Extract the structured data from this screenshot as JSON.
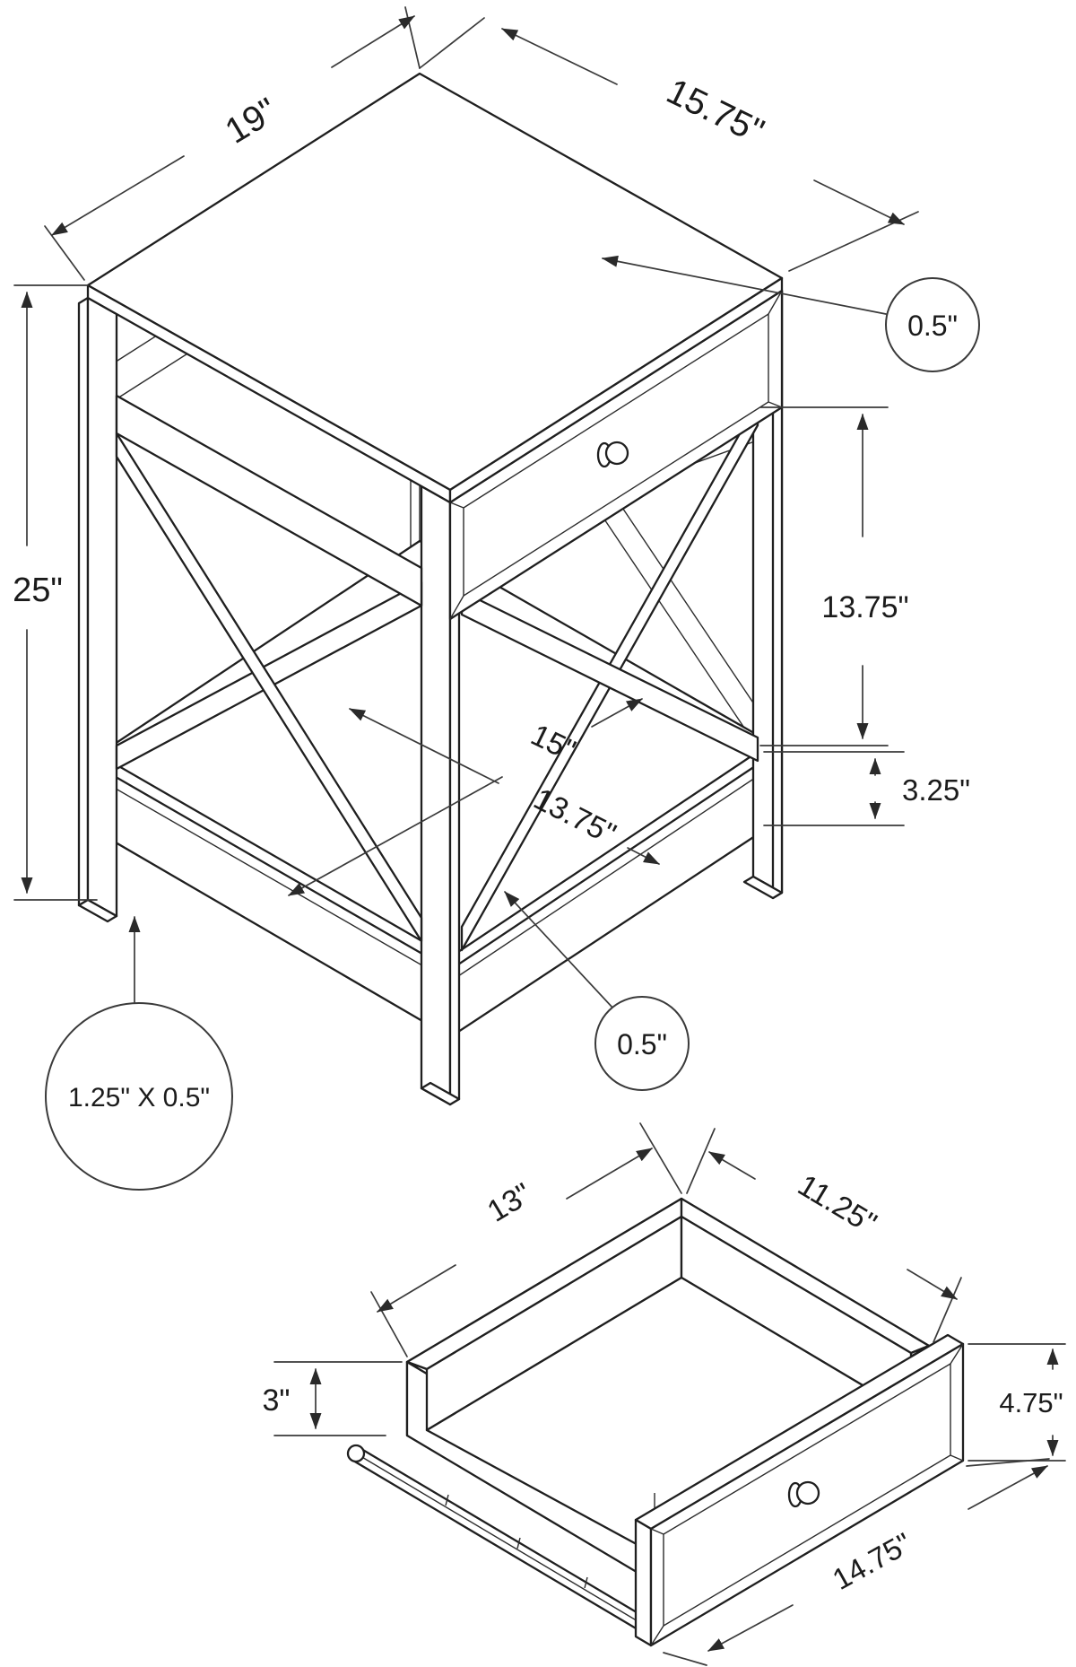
{
  "page": {
    "background": "#ffffff",
    "description": "Technical line drawing of an X-frame accent table with drawer, with dimension callouts"
  },
  "colors": {
    "line": "#1f1f1f",
    "dimension": "#3a3a3a",
    "text": "#1b1b1b"
  },
  "table_view": {
    "name": "X-frame side table with drawer",
    "labels": {
      "top_depth": "19\"",
      "top_width": "15.75\"",
      "top_thickness": "0.5\"",
      "overall_height": "25\"",
      "drawer_to_shelf": "13.75\"",
      "shelf_depth": "15\"",
      "shelf_width": "13.75\"",
      "shelf_frame_height": "3.25\"",
      "shelf_thickness": "0.5\"",
      "leg_profile": "1.25\" X 0.5\""
    }
  },
  "drawer_view": {
    "name": "Drawer detail",
    "labels": {
      "inner_width": "13\"",
      "inner_depth": "11.25\"",
      "side_height": "3\"",
      "front_height": "4.75\"",
      "front_width": "14.75\""
    }
  }
}
